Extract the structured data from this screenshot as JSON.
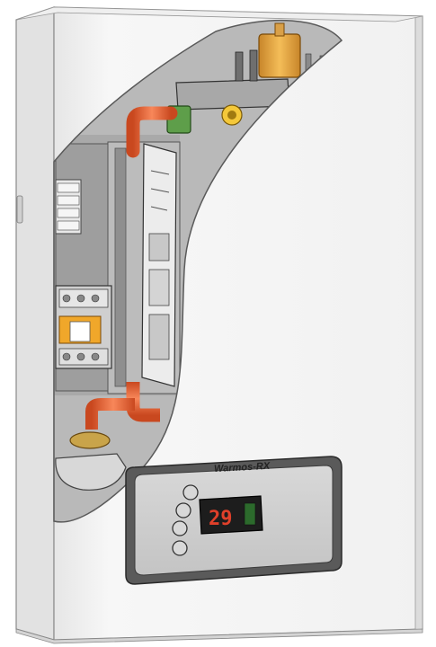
{
  "control_panel": {
    "brand_label": "Warmos-RX",
    "display_reading": "29",
    "buttons": [
      "top",
      "upper-middle",
      "lower-middle",
      "bottom"
    ]
  },
  "colors": {
    "casing": "#f4f4f4",
    "interior": "#bdbdbd",
    "pipe": "#f06a3c",
    "fitting": "#e8a83a",
    "display_digits": "#e0402a"
  }
}
